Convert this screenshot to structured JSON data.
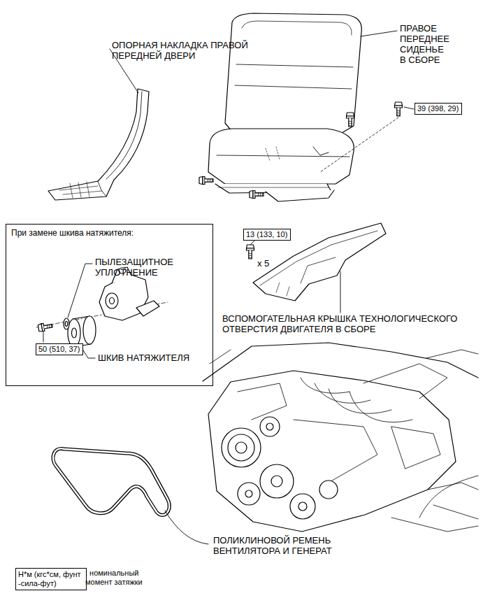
{
  "diagram": {
    "nodes": [
      {
        "text": [
          "39 (398, 29)"
        ]
      },
      {
        "text": [
          "При замене шкива натяжителя:"
        ]
      },
      {
        "text": [
          "50 (510, 37)"
        ],
        "in": 1
      },
      {
        "text": [
          "13 (133, 10)"
        ]
      },
      {
        "text": [
          "Н*м (кгс*см, фунт -сила-фут)"
        ]
      }
    ],
    "labels": [
      "ОПОРНАЯ НАКЛАДКА ПРАВОЙ ПЕРЕДНЕЙ ДВЕРИ",
      "ПРАВОЕ ПЕРЕДНЕЕ СИДЕНЬЕ В СБОРЕ",
      "ПЫЛЕЗАЩИТНОЕ УПЛОТНЕНИЕ",
      "x 5",
      "ШКИВ НАТЯЖИТЕЛЯ",
      "ВСПОМОГАТЕЛЬНАЯ КРЫШКА ТЕХНОЛОГИЧЕСКОГО ОТВЕРСТИЯ ДВИГАТЕЛЯ В СБОРЕ",
      "ПОЛИКЛИНОВОЙ РЕМЕНЬ ВЕНТИЛЯТОРА И ГЕНЕРАТ"
    ],
    "legend": [
      {
        "text": ": номинальный момент затяжки"
      }
    ]
  }
}
